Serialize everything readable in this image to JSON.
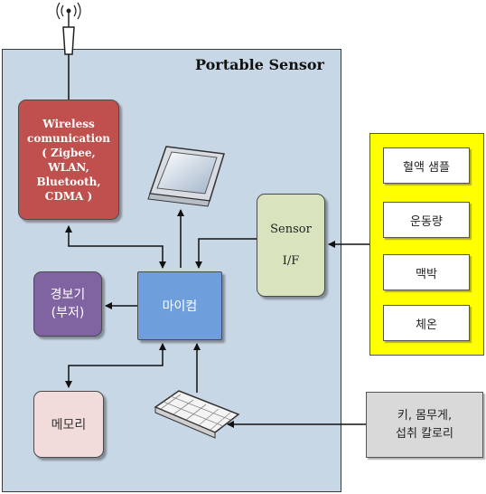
{
  "frame": {
    "title": "Portable Sensor"
  },
  "wireless": {
    "lines": [
      "Wireless",
      "comunication",
      "( Zigbee,",
      "WLAN,",
      "Bluetooth,",
      "CDMA )"
    ]
  },
  "microcontroller": {
    "label": "마이컴"
  },
  "alarm": {
    "lines": [
      "경보기",
      "(부저)"
    ]
  },
  "memory": {
    "label": "메모리"
  },
  "sensor_if": {
    "line1": "Sensor",
    "line2": "I/F"
  },
  "inputs": {
    "items": [
      "혈액 샘플",
      "운동량",
      "맥박",
      "체온"
    ]
  },
  "user_input": {
    "lines": [
      "키, 몸무게,",
      "섭취 칼로리"
    ]
  },
  "icons": {
    "antenna": "antenna-icon",
    "monitor": "monitor-icon",
    "keyboard": "keyboard-icon"
  },
  "colors": {
    "frame": "#c8d7e6",
    "wireless": "#c0504d",
    "microcontroller": "#6e9fdc",
    "alarm": "#8064a2",
    "memory": "#f2dcdb",
    "sensor_if": "#d7e4bd",
    "inputs_panel": "#ffff00",
    "user_input": "#d9d9d9"
  }
}
